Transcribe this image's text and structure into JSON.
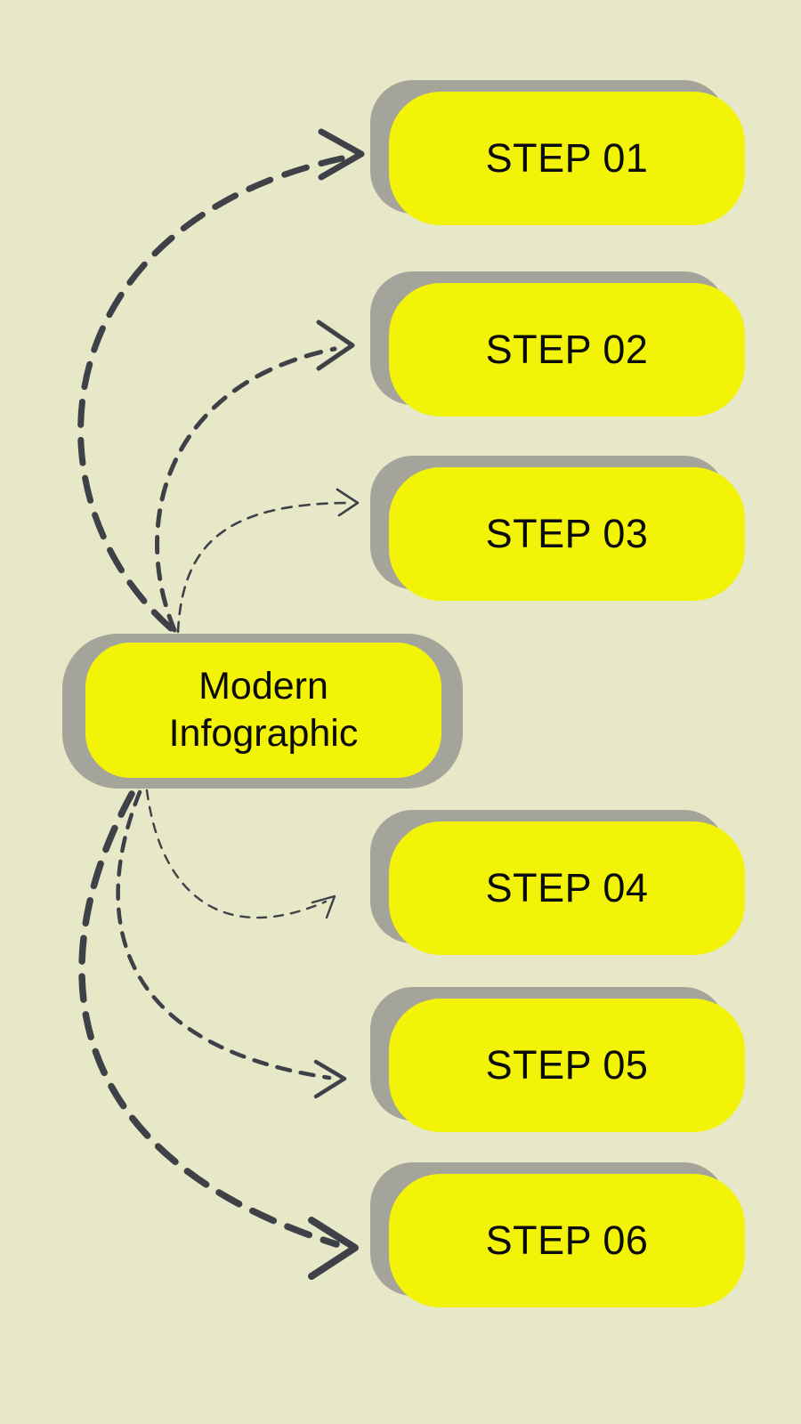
{
  "title": "Modern Infographic steps diagram",
  "colors": {
    "background": "#e7e8c8",
    "node_fill": "#f2f307",
    "node_shadow": "#a5a49b",
    "arrow": "#3e4147",
    "text": "#0b0b0b"
  },
  "center": {
    "lines": [
      "Modern",
      "Infographic"
    ]
  },
  "steps": [
    {
      "label": "STEP 01"
    },
    {
      "label": "STEP 02"
    },
    {
      "label": "STEP 03"
    },
    {
      "label": "STEP 04"
    },
    {
      "label": "STEP 05"
    },
    {
      "label": "STEP 06"
    }
  ],
  "icons": [
    "dashed-curve-arrow-icon-step-01",
    "dashed-curve-arrow-icon-step-02",
    "dashed-curve-arrow-icon-step-03",
    "dashed-curve-arrow-icon-step-04",
    "dashed-curve-arrow-icon-step-05",
    "dashed-curve-arrow-icon-step-06"
  ]
}
